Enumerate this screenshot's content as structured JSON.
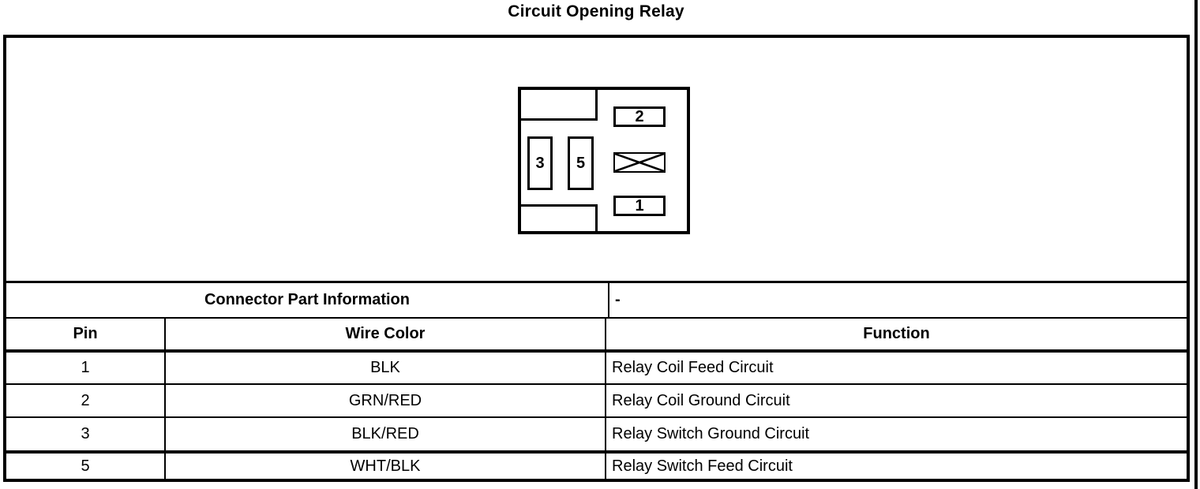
{
  "title": "Circuit Opening Relay",
  "diagram": {
    "cavity_labels": {
      "pin3": "3",
      "pin5": "5",
      "pin2": "2",
      "pin1": "1"
    },
    "crossed_cavity_icon": "x-crossed-box"
  },
  "table": {
    "connector_part_information_label": "Connector Part Information",
    "connector_part_information_value": "-",
    "columns": {
      "pin": "Pin",
      "wire_color": "Wire Color",
      "function": "Function"
    },
    "rows": [
      {
        "pin": "1",
        "wire_color": "BLK",
        "function": "Relay Coil Feed Circuit"
      },
      {
        "pin": "2",
        "wire_color": "GRN/RED",
        "function": "Relay Coil Ground Circuit"
      },
      {
        "pin": "3",
        "wire_color": "BLK/RED",
        "function": "Relay Switch Ground Circuit"
      },
      {
        "pin": "5",
        "wire_color": "WHT/BLK",
        "function": "Relay Switch Feed Circuit"
      }
    ]
  },
  "colors": {
    "line": "#000000",
    "background": "#ffffff"
  }
}
